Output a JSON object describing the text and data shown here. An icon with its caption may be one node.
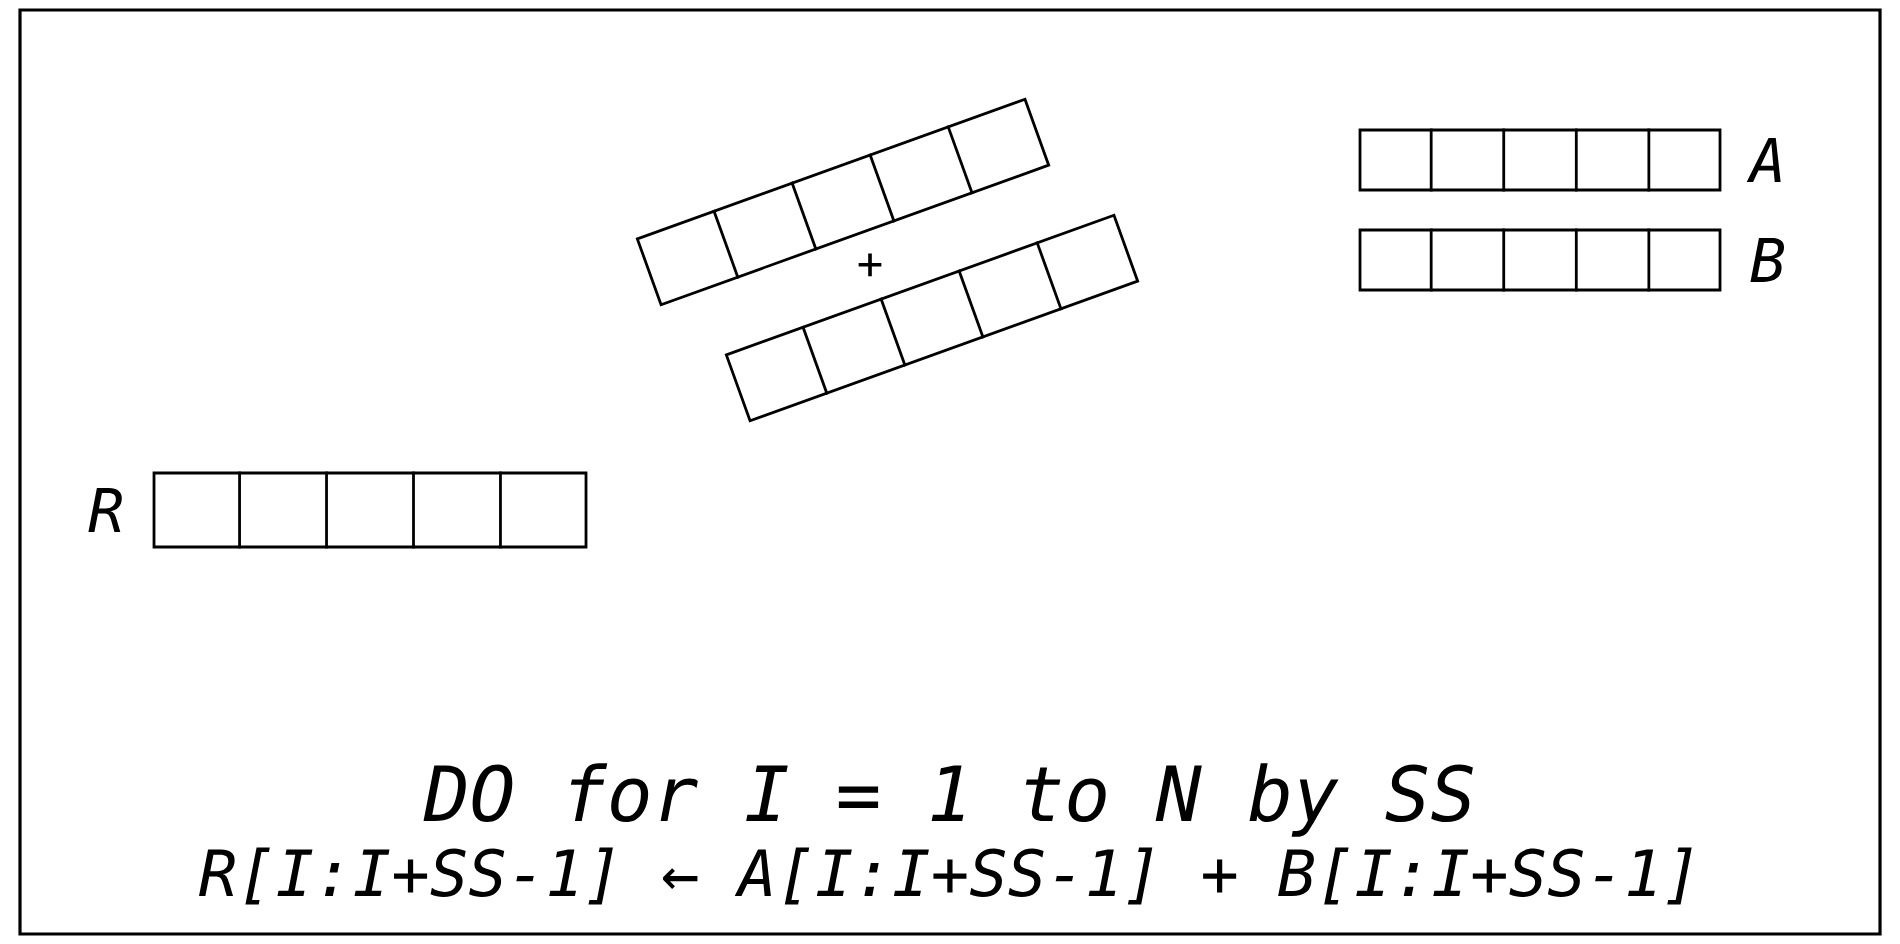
{
  "diagram": {
    "nodes": [
      {
        "text": [],
        "shape": "box",
        "beside": [
          "A"
        ]
      },
      {
        "text": [],
        "shape": "box",
        "beside": [
          "B"
        ]
      },
      {
        "text": [],
        "shape": "box"
      },
      {
        "text": [],
        "shape": "box"
      },
      {
        "text": [],
        "shape": "box",
        "beside": [
          "R"
        ]
      }
    ],
    "labels": [
      "+",
      "DO for I = 1 to N by SS",
      "R[I:I+SS-1] ← A[I:I+SS-1] + B[I:I+SS-1]"
    ]
  }
}
